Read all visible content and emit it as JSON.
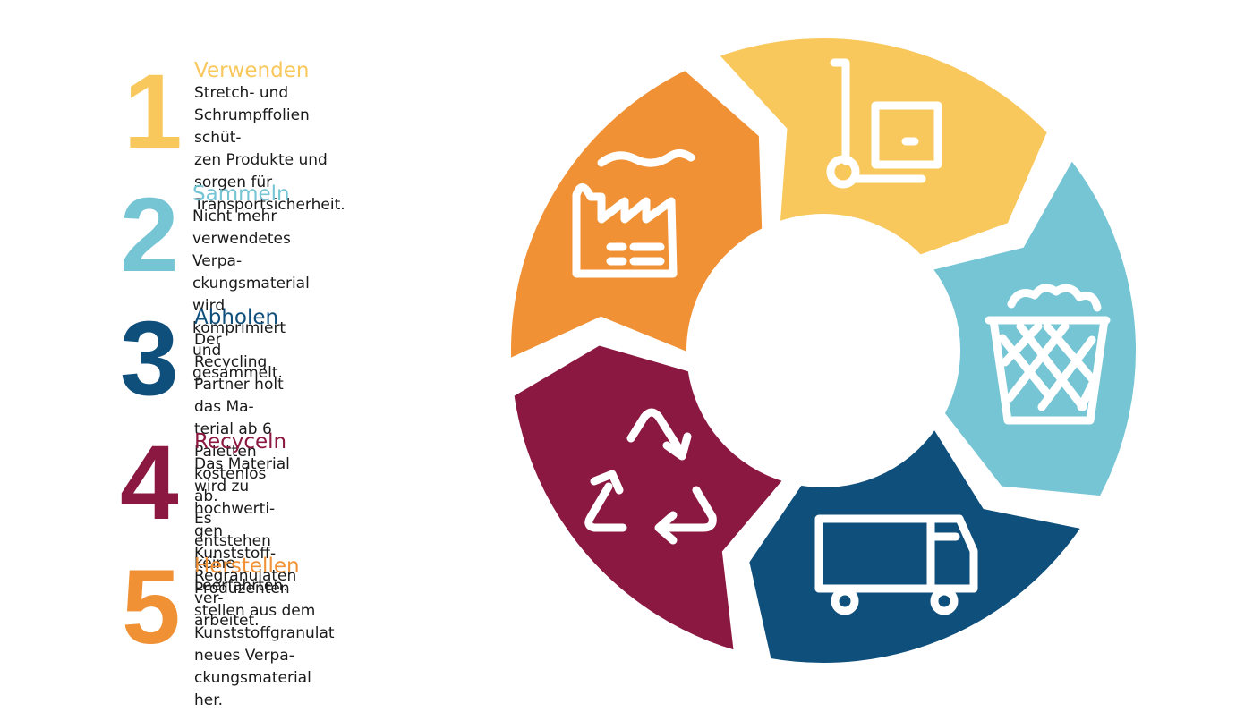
{
  "steps": [
    {
      "number": "1",
      "title": "Verwenden",
      "text": "Stretch- und Schrumpffolien schüt-\nzen Produkte und sorgen für\nTransportsicherheit.",
      "color": "#F9C85C"
    },
    {
      "number": "2",
      "title": "Sammeln",
      "text": "Nicht mehr verwendetes Verpa-\nckungsmaterial wird komprimiert\nund gesammelt.",
      "color": "#75C5D4"
    },
    {
      "number": "3",
      "title": "Abholen",
      "text": "Der Recycling Partner holt das Ma-\nterial ab 6 Paletten kostenlos ab.\nEs entstehen keine Leerfahrten.",
      "color": "#0F4F7C"
    },
    {
      "number": "4",
      "title": "Recyceln",
      "text": "Das Material wird zu hochwerti-\ngen Kunststoff-Regranulaten ver-\narbeitet.",
      "color": "#8B1840"
    },
    {
      "number": "5",
      "title": "Herstellen",
      "text": "Produzenten stellen aus dem\nKunststoffgranulat neues Verpa-\nckungsmaterial her.",
      "color": "#F09136"
    }
  ],
  "cycle": {
    "segments": [
      {
        "name": "verwenden",
        "color": "#F9C85C",
        "icon": "hand-truck-icon"
      },
      {
        "name": "sammeln",
        "color": "#75C5D4",
        "icon": "waste-basket-icon"
      },
      {
        "name": "abholen",
        "color": "#0F4F7C",
        "icon": "truck-icon"
      },
      {
        "name": "recyceln",
        "color": "#8B1840",
        "icon": "recycle-icon"
      },
      {
        "name": "herstellen",
        "color": "#F09136",
        "icon": "factory-icon"
      }
    ]
  }
}
